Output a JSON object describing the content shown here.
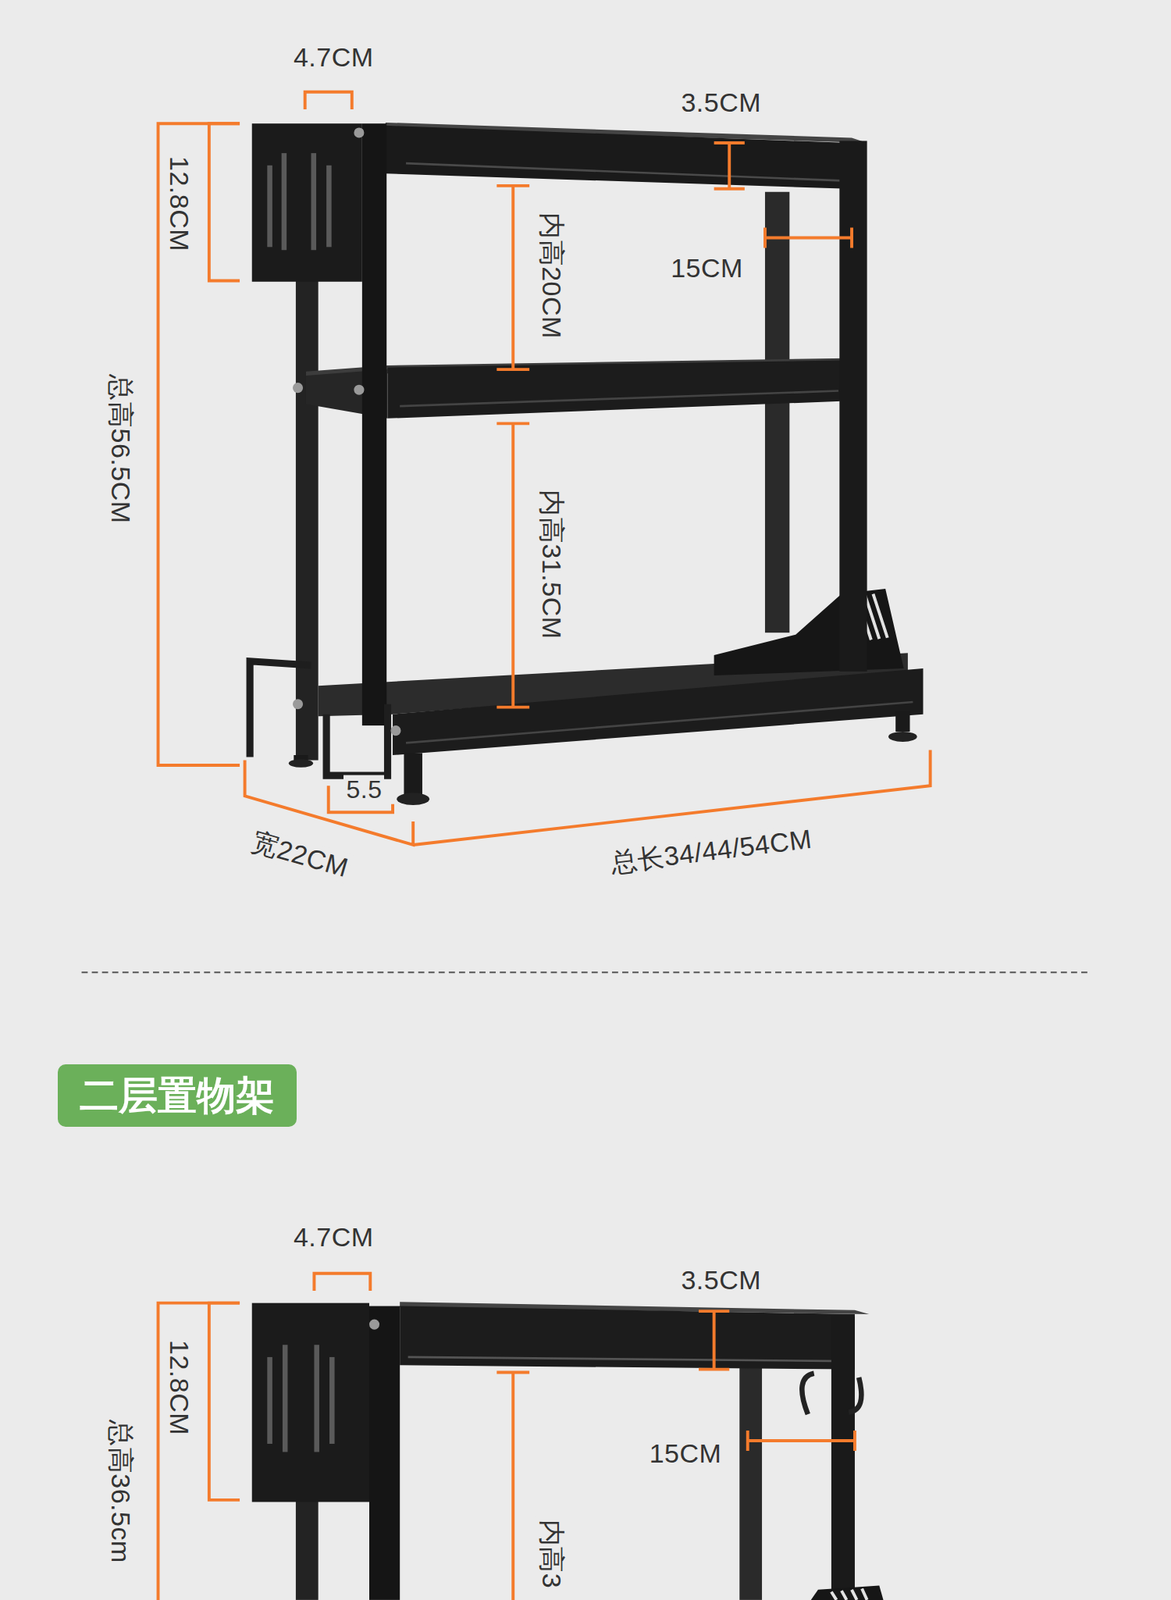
{
  "diagram": {
    "nodes": [
      {
        "text": [
          "二层置物架"
        ]
      }
    ],
    "labels": [
      "4.7CM",
      "3.5CM",
      "12.8CM",
      "15CM",
      "内高20CM",
      "总高56.5CM",
      "内高31.5CM",
      "5.5",
      "宽22CM",
      "总长34/44/54CM",
      "4.7CM",
      "3.5CM",
      "12.8CM",
      "15CM",
      "总高36.5cm",
      "内高3"
    ]
  }
}
